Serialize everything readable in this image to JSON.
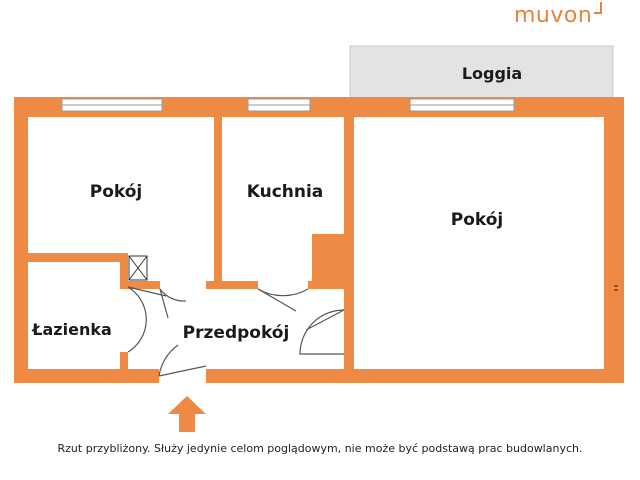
{
  "brand": {
    "logo_text": "muvon",
    "color": "#e8823a"
  },
  "colors": {
    "wall": "#ee8a44",
    "wall_edge": "#b05a1c",
    "loggia_fill": "#e3e3e3",
    "window_fill": "#ffffff",
    "door_line": "#555555"
  },
  "rooms": [
    {
      "id": "pokoj-left",
      "label": "Pokój"
    },
    {
      "id": "kuchnia",
      "label": "Kuchnia"
    },
    {
      "id": "pokoj-right",
      "label": "Pokój"
    },
    {
      "id": "lazienka",
      "label": "Łazienka"
    },
    {
      "id": "przedpokoj",
      "label": "Przedpokój"
    },
    {
      "id": "loggia",
      "label": "Loggia"
    }
  ],
  "icons": {
    "entrance": "entrance-arrow-icon",
    "ventilation": "ventilation-shaft-icon"
  },
  "disclaimer": "Rzut przybliżony. Służy jedynie celom poglądowym, nie może być podstawą prac budowlanych."
}
